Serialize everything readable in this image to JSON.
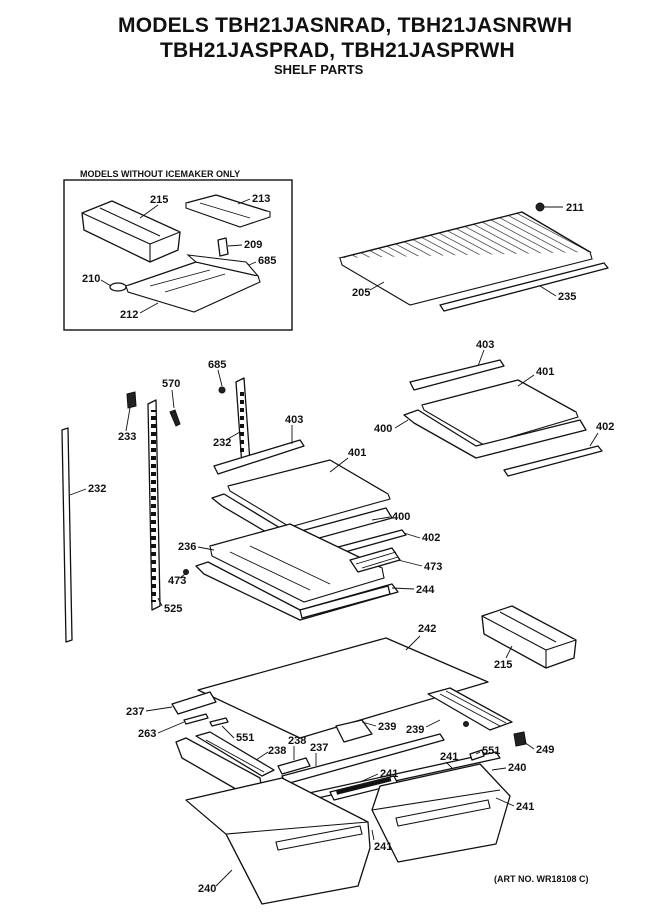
{
  "header": {
    "line1": "MODELS TBH21JASNRAD, TBH21JASNRWH",
    "line2": "TBH21JASPRAD, TBH21JASPRWH",
    "line3": "SHELF PARTS"
  },
  "inset": {
    "title": "MODELS WITHOUT ICEMAKER ONLY"
  },
  "footer": {
    "art_no": "(ART NO. WR18108 C)"
  },
  "labels": {
    "p215a": "215",
    "p213": "213",
    "p209": "209",
    "p685a": "685",
    "p210": "210",
    "p212": "212",
    "p211": "211",
    "p205": "205",
    "p235": "235",
    "p403a": "403",
    "p401a": "401",
    "p400a": "400",
    "p402a": "402",
    "p685b": "685",
    "p570": "570",
    "p233": "233",
    "p232a": "232",
    "p232b": "232",
    "p403b": "403",
    "p401b": "401",
    "p400b": "400",
    "p402b": "402",
    "p236": "236",
    "p473a": "473",
    "p473b": "473",
    "p244": "244",
    "p525": "525",
    "p242": "242",
    "p215b": "215",
    "p237a": "237",
    "p263": "263",
    "p551a": "551",
    "p239a": "239",
    "p239b": "239",
    "p238a": "238",
    "p238b": "238",
    "p237b": "237",
    "p241a": "241",
    "p551b": "551",
    "p249": "249",
    "p241b": "241",
    "p240a": "240",
    "p241c": "241",
    "p241d": "241",
    "p240b": "240"
  }
}
